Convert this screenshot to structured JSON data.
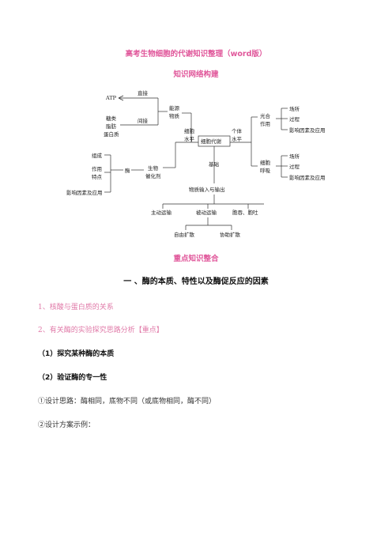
{
  "doc_title": "高考生物细胞的代谢知识整理（word版）",
  "network_title": "知识网络构建",
  "diagram": {
    "atp": "ATP",
    "zhijie": "直接",
    "jianjie": "间接",
    "tanglei": [
      "糖类",
      "脂肪",
      "蛋白质"
    ],
    "nengyuan": [
      "能源",
      "物质"
    ],
    "xibao_shuiping": [
      "细胞",
      "水平"
    ],
    "xibao_daixie": "细胞代谢",
    "geti_shuiping": [
      "个体",
      "水平"
    ],
    "guanghe": [
      "光合",
      "作用"
    ],
    "guanghe_items": [
      "场所",
      "过程",
      "影响因素及应用"
    ],
    "xibao_huxi": [
      "细胞",
      "呼吸"
    ],
    "huxi_items": [
      "场所",
      "过程",
      "影响因素及应用"
    ],
    "zucheng": "组成",
    "zuoyong": [
      "作用",
      "特点"
    ],
    "yingxiang": "影响因素及应用",
    "mei": "酶",
    "shengwu_cuihuaji": [
      "生物",
      "催化剂"
    ],
    "jichu": "基础",
    "wuzhi_shuru": "物质输入与输出",
    "zhudong": "主动运输",
    "beidong": "被动运输",
    "baotun": "胞吞、胞吐",
    "ziyou": "自由扩散",
    "xiezhu": "协助扩散"
  },
  "focus_title": "重点知识整合",
  "section_heading": "一 、酶的本质、特性以及酶促反应的因素",
  "items": {
    "item1": "1、核酸与蛋白质的关系",
    "item2": "2、有关酶的实验探究思路分析【重点】",
    "item3": "（1）探究某种酶的本质",
    "item4": "（2）验证酶的专一性",
    "item5": "①设计思路：酶相同，底物不同（或底物相同，酶不同）",
    "item6": "②设计方案示例："
  }
}
